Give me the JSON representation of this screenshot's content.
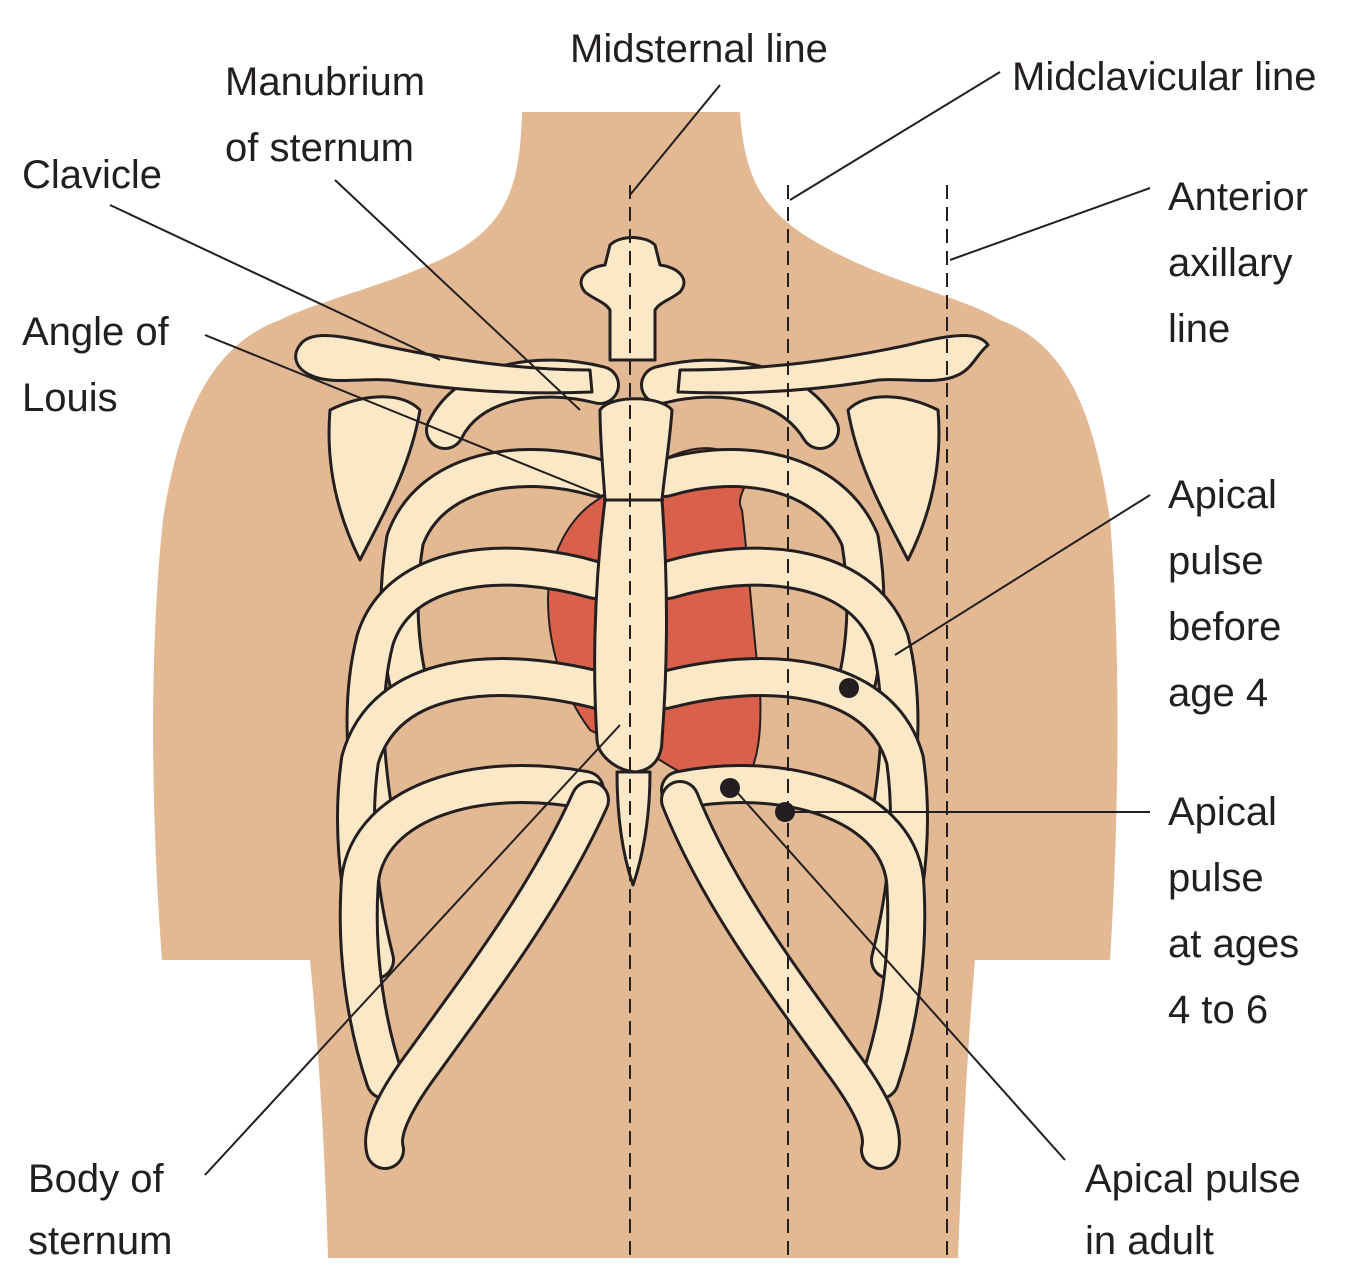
{
  "labels": {
    "midsternal": [
      "Midsternal line"
    ],
    "midclavicular": [
      "Midclavicular line"
    ],
    "manubrium": [
      "Manubrium",
      "of sternum"
    ],
    "clavicle": [
      "Clavicle"
    ],
    "anterior_axillary": [
      "Anterior",
      "axillary",
      "line"
    ],
    "angle_of_louis": [
      "Angle of",
      "Louis"
    ],
    "apical_before_4": [
      "Apical",
      "pulse",
      "before",
      "age 4"
    ],
    "apical_4_to_6": [
      "Apical",
      "pulse",
      "at ages",
      "4 to 6"
    ],
    "body_of_sternum": [
      "Body of",
      "sternum"
    ],
    "apical_adult": [
      "Apical pulse",
      "in adult"
    ]
  },
  "colors": {
    "skin": "#e3b993",
    "bone": "#fbe8c6",
    "heart": "#d9604a",
    "ink": "#231f20"
  }
}
